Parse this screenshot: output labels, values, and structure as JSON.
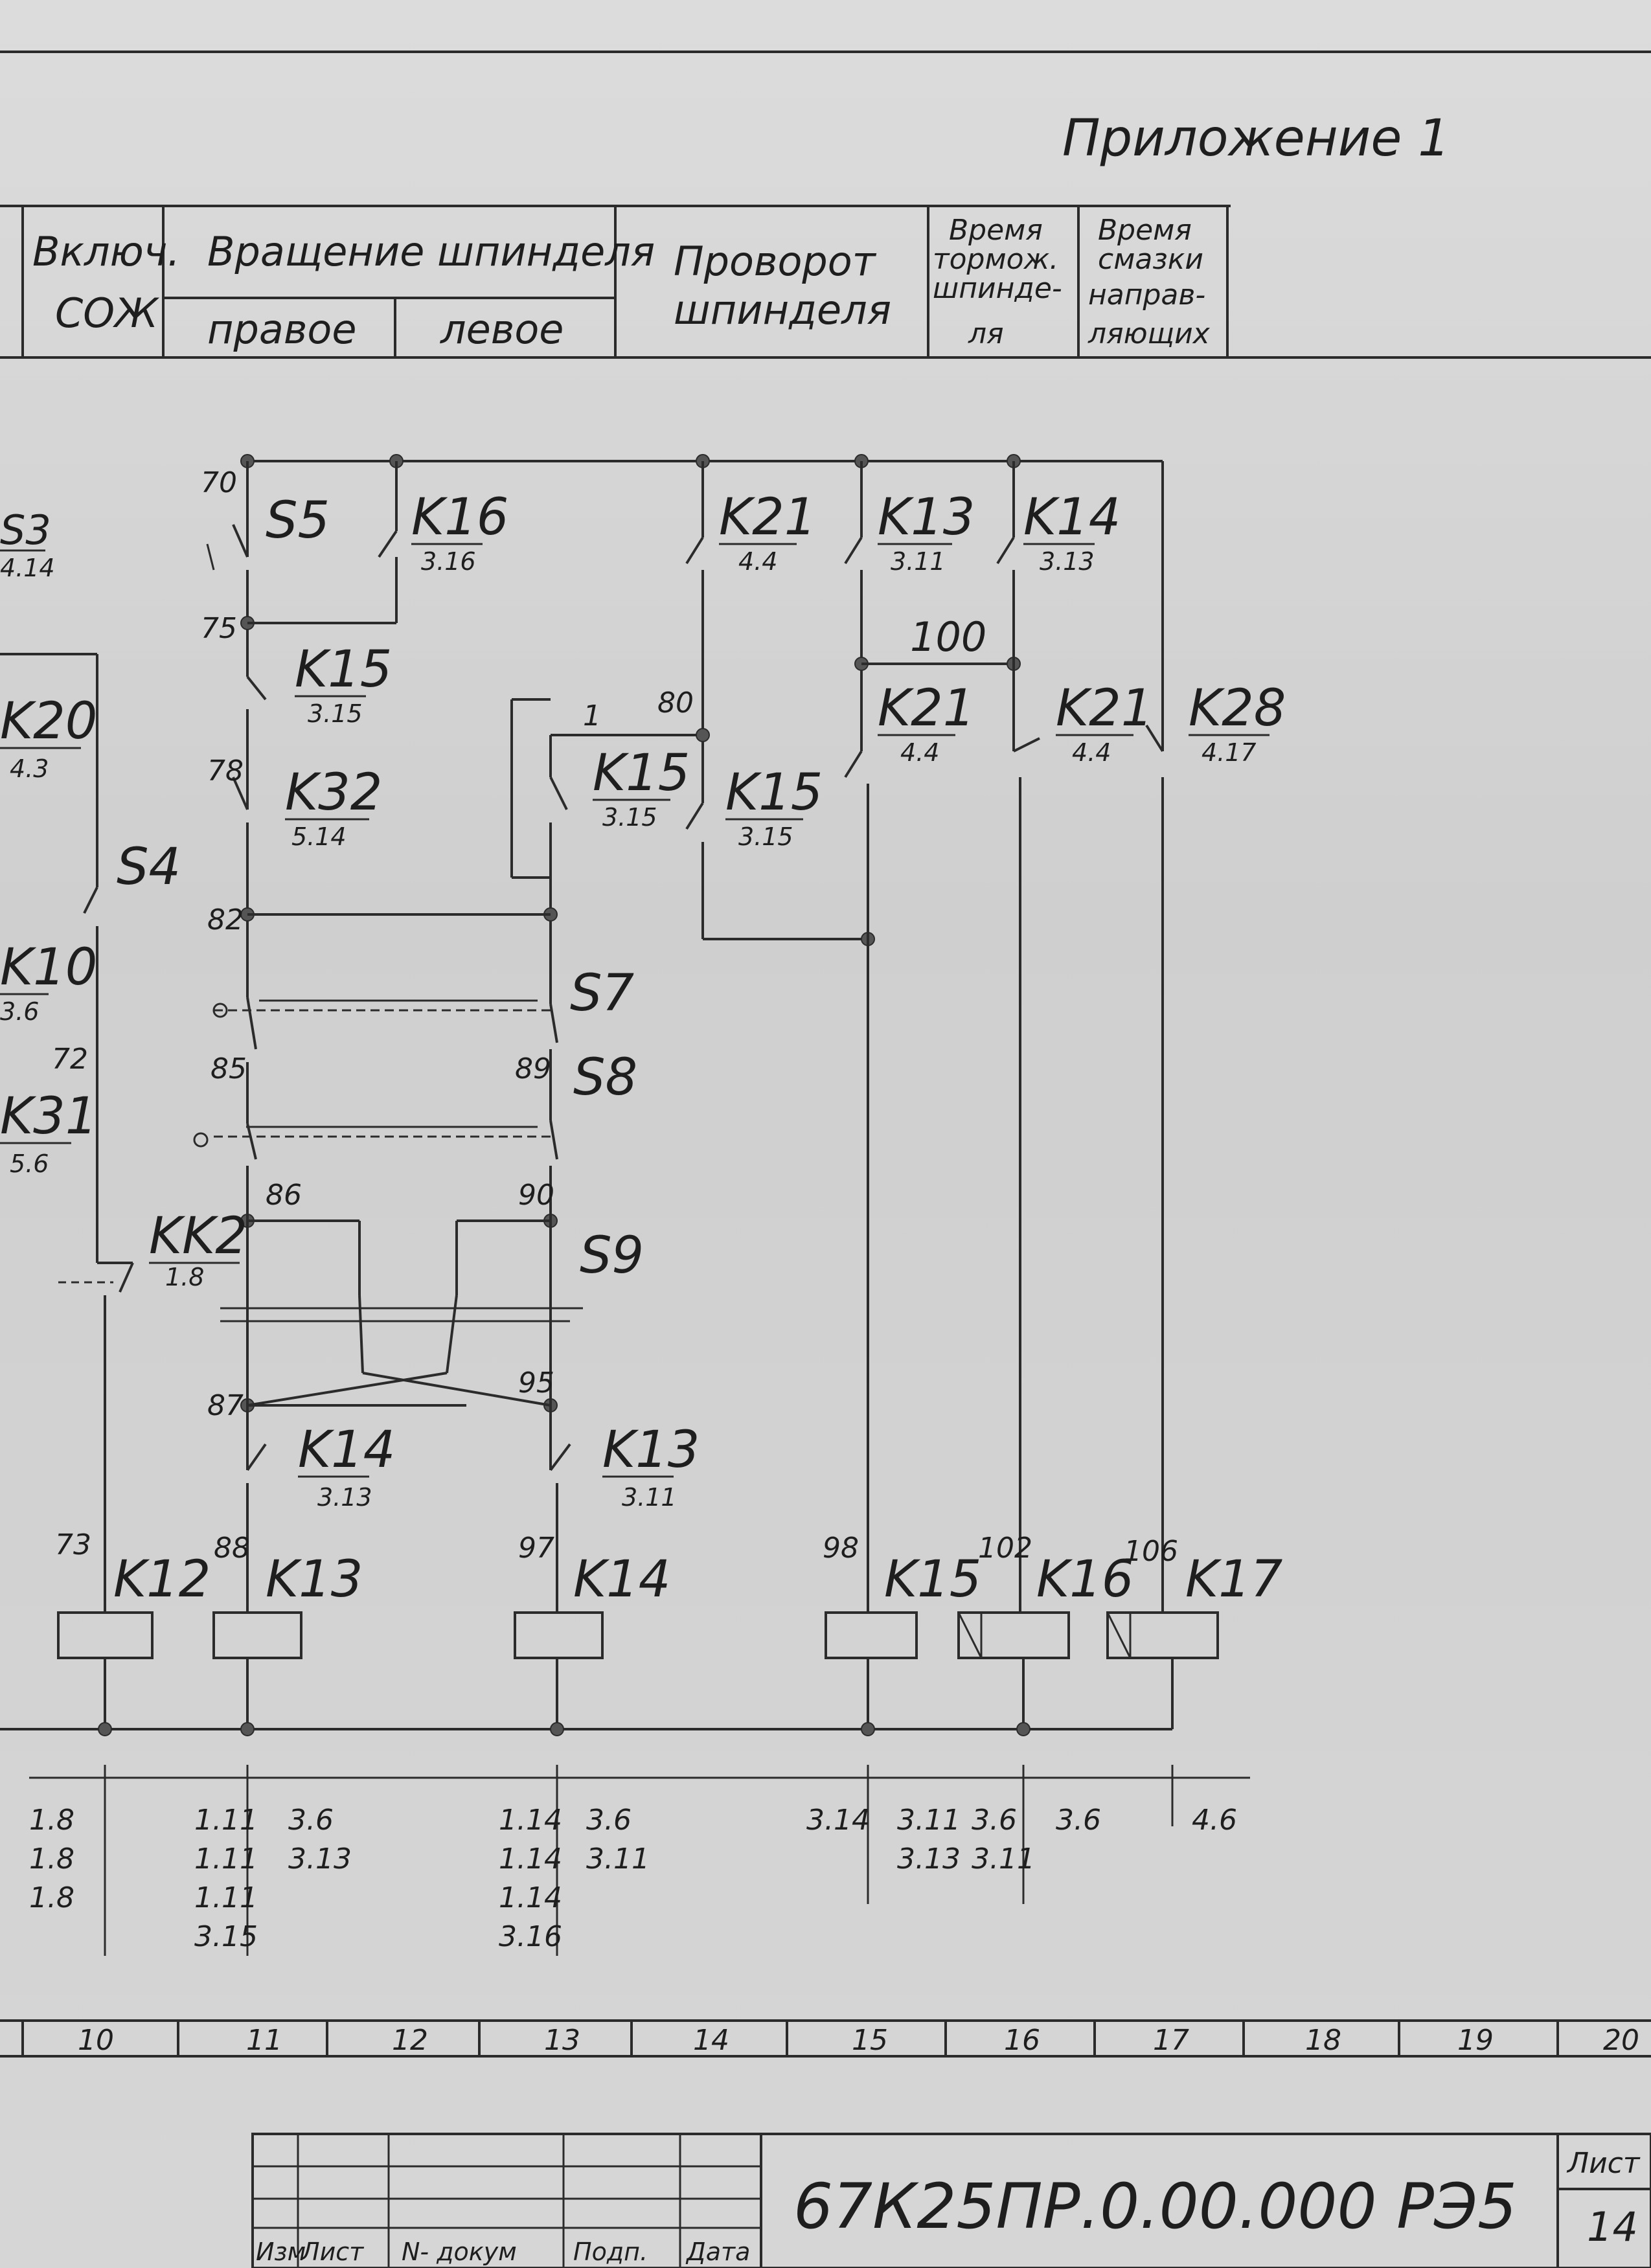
{
  "appendix_title": "Приложение 1",
  "header": {
    "col_coolant": [
      "Включ.",
      "СОЖ"
    ],
    "col_spindle_rotation": "Вращение шпинделя",
    "col_right": "правое",
    "col_left": "левое",
    "col_jog": [
      "Проворот",
      "шпинделя"
    ],
    "col_brake_time": [
      "Время",
      "тормож.",
      "шпинде-",
      "ля"
    ],
    "col_lube_time": [
      "Время",
      "смазки",
      "направ-",
      "ляющих"
    ]
  },
  "components": {
    "S3": {
      "name": "S3",
      "ref": "4.14"
    },
    "S5": {
      "name": "S5"
    },
    "K16": {
      "name": "K16",
      "ref": "3.16"
    },
    "K21a": {
      "name": "K21",
      "ref": "4.4"
    },
    "K13": {
      "name": "K13",
      "ref": "3.11"
    },
    "K14": {
      "name": "K14",
      "ref": "3.13"
    },
    "K15a": {
      "name": "K15",
      "ref": "3.15"
    },
    "K20": {
      "name": "K20",
      "ref": "4.3"
    },
    "K32": {
      "name": "K32",
      "ref": "5.14"
    },
    "K15b": {
      "name": "K15",
      "ref": "3.15"
    },
    "K15c": {
      "name": "K15",
      "ref": "3.15"
    },
    "K21b": {
      "name": "K21",
      "ref": "4.4"
    },
    "K21c": {
      "name": "K21",
      "ref": "4.4"
    },
    "K28": {
      "name": "K28",
      "ref": "4.17"
    },
    "S4": {
      "name": "S4"
    },
    "K10": {
      "name": "K10",
      "ref": "3.6"
    },
    "S7": {
      "name": "S7"
    },
    "S8": {
      "name": "S8"
    },
    "K31": {
      "name": "K31",
      "ref": "5.6"
    },
    "KK2": {
      "name": "KK2",
      "ref": "1.8"
    },
    "S9": {
      "name": "S9"
    },
    "K14b": {
      "name": "K14",
      "ref": "3.13"
    },
    "K13b": {
      "name": "K13",
      "ref": "3.11"
    }
  },
  "nodes": [
    "70",
    "75",
    "78",
    "80",
    "1",
    "82",
    "72",
    "85",
    "89",
    "86",
    "90",
    "87",
    "95",
    "100",
    "73",
    "88",
    "97",
    "98",
    "102",
    "106"
  ],
  "coils": [
    "K12",
    "K13",
    "K14",
    "K15",
    "K16",
    "K17"
  ],
  "contact_refs": {
    "K12": {
      "no": [
        "1.8",
        "1.8",
        "1.8"
      ],
      "nc": []
    },
    "K13": {
      "no": [
        "1.11",
        "1.11",
        "1.11",
        "3.15"
      ],
      "nc": [
        "3.6",
        "3.13"
      ]
    },
    "K14": {
      "no": [
        "1.14",
        "1.14",
        "1.14",
        "3.16"
      ],
      "nc": [
        "3.6",
        "3.11"
      ]
    },
    "K15": {
      "no": [
        "3.14"
      ],
      "nc": [
        "3.11",
        "3.13"
      ]
    },
    "K16": {
      "no": [
        "3.6",
        "3.11"
      ],
      "nc": [
        "3.6"
      ]
    },
    "K17": {
      "no": [],
      "nc": [
        "4.6"
      ]
    }
  },
  "column_numbers": [
    "10",
    "11",
    "12",
    "13",
    "14",
    "15",
    "16",
    "17",
    "18",
    "19",
    "20"
  ],
  "title_block": {
    "doc_code": "67К25ПР.0.00.000   РЭ5",
    "sheet_label": "Лист",
    "sheet_number": "14",
    "labels": [
      "Изм",
      "Лист",
      "N- докум",
      "Подп.",
      "Дата"
    ]
  }
}
